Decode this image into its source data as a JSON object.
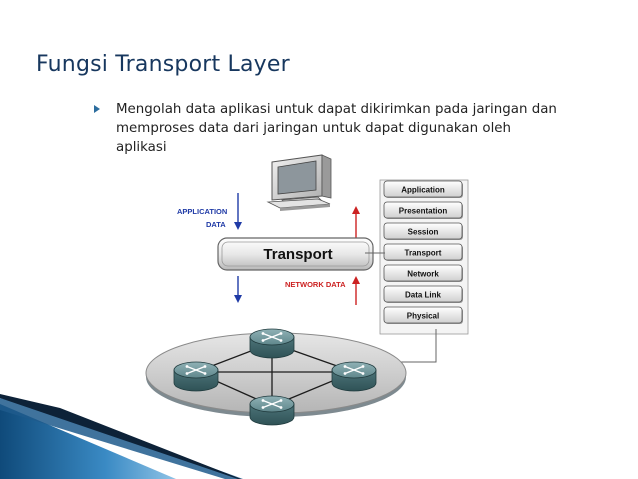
{
  "slide": {
    "title": "Fungsi Transport Layer",
    "bullet": "Mengolah data aplikasi untuk dapat dikirimkan pada jaringan dan\nmemproses data dari jaringan untuk dapat digunakan oleh\naplikasi"
  },
  "diagram": {
    "application_data_line1": "APPLICATION",
    "application_data_line2": "DATA",
    "transport_label": "Transport",
    "network_data": "NETWORK DATA",
    "osi_layers": [
      "Application",
      "Presentation",
      "Session",
      "Transport",
      "Network",
      "Data Link",
      "Physical"
    ]
  },
  "colors": {
    "title": "#17375e",
    "bullet": "#2c6d9e",
    "decoration": "#1e5a8c",
    "arrow_blue": "#1f3aa6",
    "arrow_red": "#cc2222"
  }
}
